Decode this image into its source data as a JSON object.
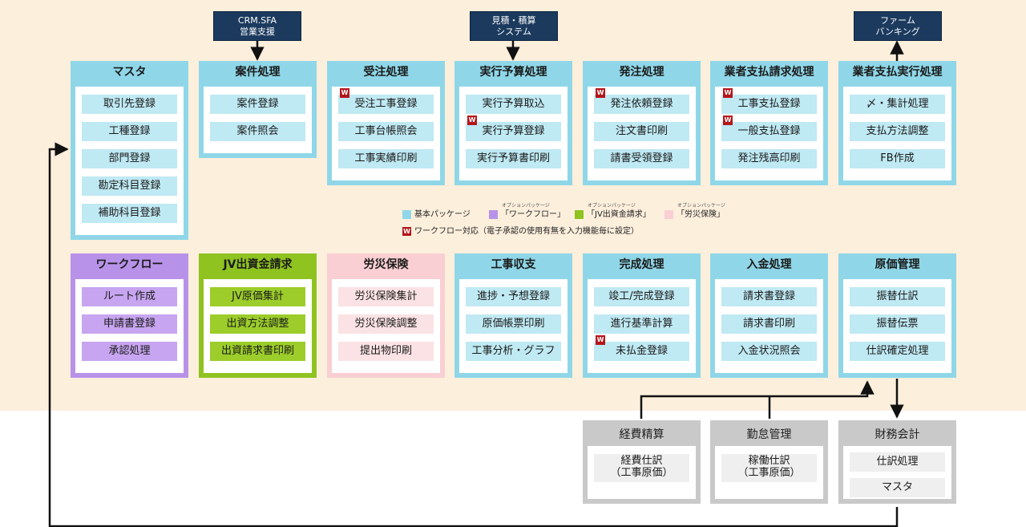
{
  "colors": {
    "top_background": "#fcefdc",
    "basic": "#8fd7e8",
    "workflow": "#b892e8",
    "jv": "#8fc320",
    "rousai": "#f9cfd3",
    "external": "#1b3a5e",
    "accounting": "#c9c9c9",
    "workflow_badge": "#b3171c"
  },
  "external": {
    "crm": [
      "CRM.SFA",
      "営業支援"
    ],
    "mitsumori": [
      "見積・積算",
      "システム"
    ],
    "firm": [
      "ファーム",
      "バンキング"
    ]
  },
  "workflow_badge": "W",
  "row1": [
    {
      "title": "マスタ",
      "items": [
        {
          "label": "取引先登録"
        },
        {
          "label": "工種登録"
        },
        {
          "label": "部門登録"
        },
        {
          "label": "勘定科目登録"
        },
        {
          "label": "補助科目登録"
        }
      ]
    },
    {
      "title": "案件処理",
      "items": [
        {
          "label": "案件登録"
        },
        {
          "label": "案件照会"
        }
      ]
    },
    {
      "title": "受注処理",
      "items": [
        {
          "label": "受注工事登録",
          "w": true
        },
        {
          "label": "工事台帳照会"
        },
        {
          "label": "工事実績印刷"
        }
      ]
    },
    {
      "title": "実行予算処理",
      "items": [
        {
          "label": "実行予算取込"
        },
        {
          "label": "実行予算登録",
          "w": true
        },
        {
          "label": "実行予算書印刷"
        }
      ]
    },
    {
      "title": "発注処理",
      "items": [
        {
          "label": "発注依頼登録",
          "w": true
        },
        {
          "label": "注文書印刷"
        },
        {
          "label": "請書受領登録"
        }
      ]
    },
    {
      "title": "業者支払請求処理",
      "items": [
        {
          "label": "工事支払登録",
          "w": true
        },
        {
          "label": "一般支払登録",
          "w": true
        },
        {
          "label": "発注残高印刷"
        }
      ]
    },
    {
      "title": "業者支払実行処理",
      "items": [
        {
          "label": "〆・集計処理"
        },
        {
          "label": "支払方法調整"
        },
        {
          "label": "FB作成"
        }
      ]
    }
  ],
  "row2": [
    {
      "title": "ワークフロー",
      "items": [
        {
          "label": "ルート作成"
        },
        {
          "label": "申請書登録"
        },
        {
          "label": "承認処理"
        }
      ]
    },
    {
      "title": "JV出資金請求",
      "items": [
        {
          "label": "JV原価集計"
        },
        {
          "label": "出資方法調整"
        },
        {
          "label": "出資請求書印刷"
        }
      ]
    },
    {
      "title": "労災保険",
      "items": [
        {
          "label": "労災保険集計"
        },
        {
          "label": "労災保険調整"
        },
        {
          "label": "提出物印刷"
        }
      ]
    },
    {
      "title": "工事収支",
      "items": [
        {
          "label": "進捗・予想登録"
        },
        {
          "label": "原価帳票印刷"
        },
        {
          "label": "工事分析・グラフ"
        }
      ]
    },
    {
      "title": "完成処理",
      "items": [
        {
          "label": "竣工/完成登録"
        },
        {
          "label": "進行基準計算"
        },
        {
          "label": "未払金登録",
          "w": true
        }
      ]
    },
    {
      "title": "入金処理",
      "items": [
        {
          "label": "請求書登録"
        },
        {
          "label": "請求書印刷"
        },
        {
          "label": "入金状況照会"
        }
      ]
    },
    {
      "title": "原価管理",
      "items": [
        {
          "label": "振替仕訳"
        },
        {
          "label": "振替伝票"
        },
        {
          "label": "仕訳確定処理"
        }
      ]
    }
  ],
  "row3": [
    {
      "title": "経費精算",
      "items": [
        {
          "label": "経費仕訳\n（工事原価）"
        }
      ]
    },
    {
      "title": "勤怠管理",
      "items": [
        {
          "label": "稼働仕訳\n（工事原価）"
        }
      ]
    },
    {
      "title": "財務会計",
      "items": [
        {
          "label": "仕訳処理"
        },
        {
          "label": "マスタ"
        }
      ]
    }
  ],
  "legend": {
    "basic": "基本パッケージ",
    "option_small": "オプションパッケージ",
    "workflow": "「ワークフロー」",
    "jv": "「JV出資金請求」",
    "rousai": "「労災保険」",
    "w_note": "ワークフロー対応（電子承認の使用有無を入力機能毎に設定）"
  }
}
